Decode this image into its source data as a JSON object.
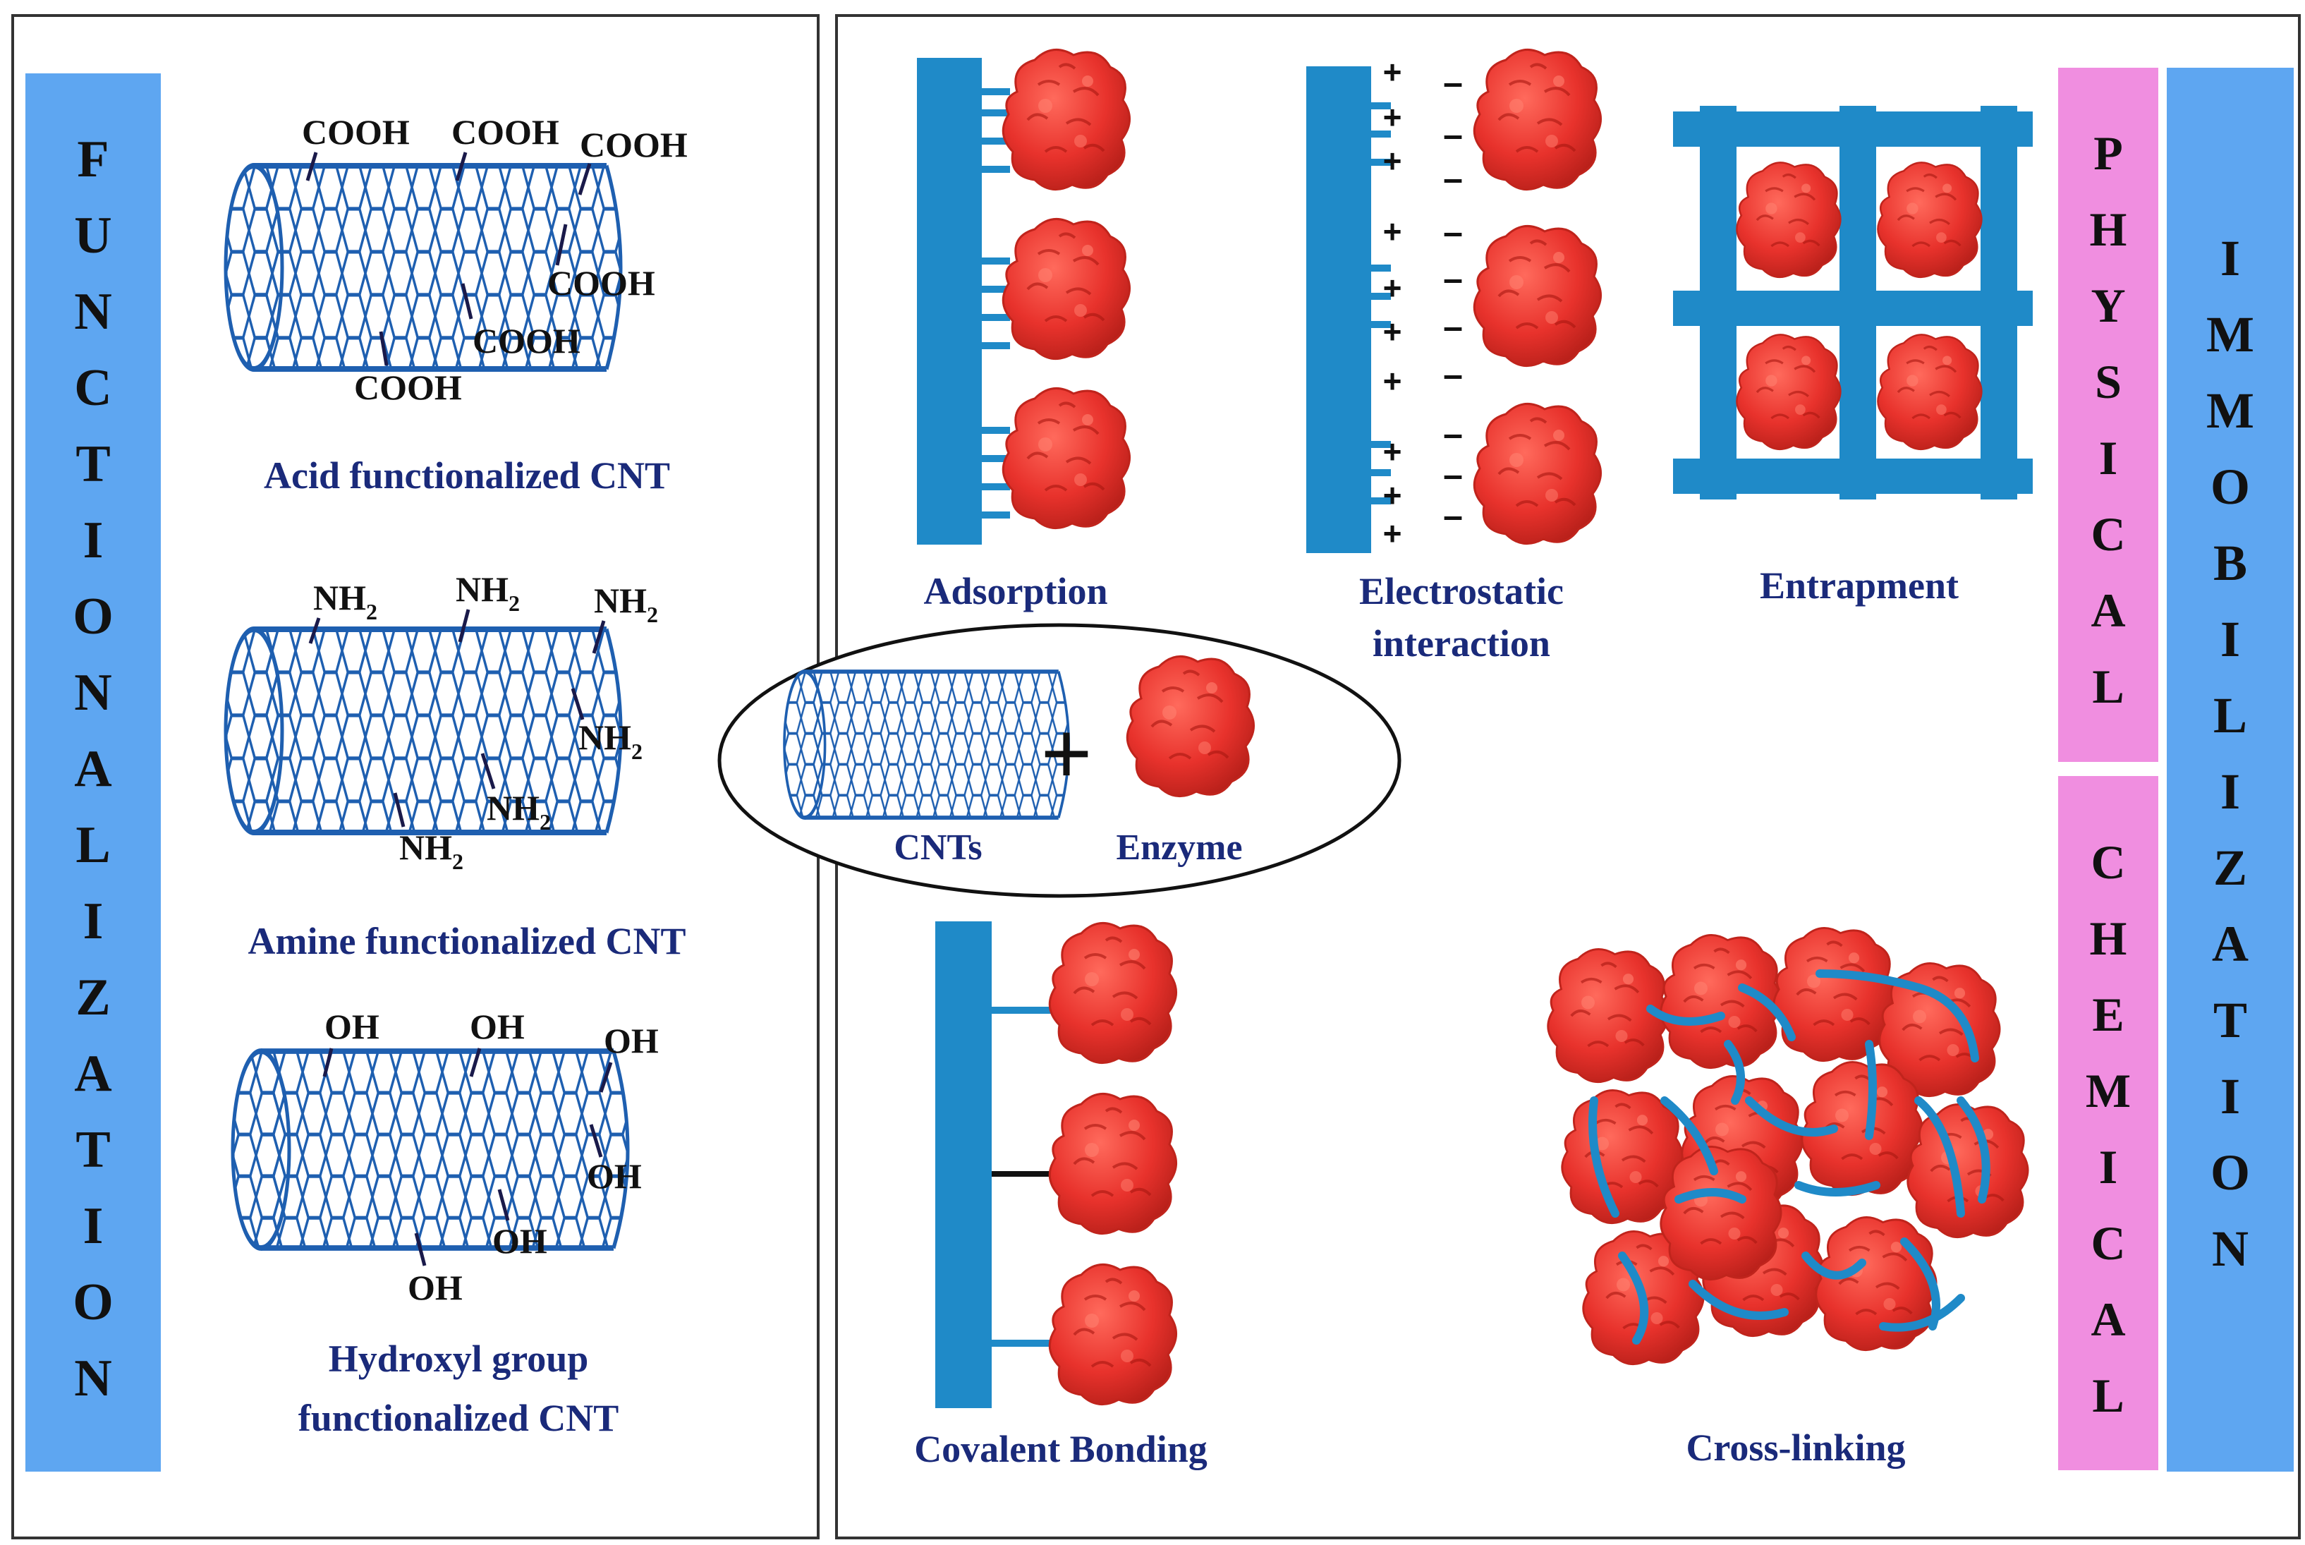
{
  "left_panel": {
    "side_label": "FUNCTIONALIZATION",
    "acid": {
      "caption": "Acid functionalized CNT",
      "groups": [
        "COOH",
        "COOH",
        "COOH",
        "COOH",
        "COOH",
        "COOH"
      ]
    },
    "amine": {
      "caption": "Amine functionalized CNT",
      "groups": [
        "NH2",
        "NH2",
        "NH2",
        "NH2",
        "NH2",
        "NH2"
      ]
    },
    "hydroxyl": {
      "caption_line1": "Hydroxyl group",
      "caption_line2": "functionalized CNT",
      "groups": [
        "OH",
        "OH",
        "OH",
        "OH",
        "OH",
        "OH"
      ]
    }
  },
  "center": {
    "cnt_label": "CNTs",
    "plus": "+",
    "enzyme_label": "Enzyme"
  },
  "methods": {
    "adsorption": "Adsorption",
    "electrostatic_line1": "Electrostatic",
    "electrostatic_line2": "interaction",
    "entrapment": "Entrapment",
    "covalent": "Covalent Bonding",
    "crosslinking": "Cross-linking"
  },
  "side_labels": {
    "physical": "PHYSICAL",
    "chemical": "CHEMICAL",
    "immobilization": "IMMOBILIZATION"
  },
  "charges": {
    "positive": "+",
    "negative": "–"
  },
  "colors": {
    "bar_blue": "#5ea6f1",
    "pink": "#f08ee0",
    "cnt_blue": "#1e5fb0",
    "support_blue": "#1f8ac8",
    "enzyme_red": "#e8322c",
    "label_navy": "#1a2a7a"
  }
}
